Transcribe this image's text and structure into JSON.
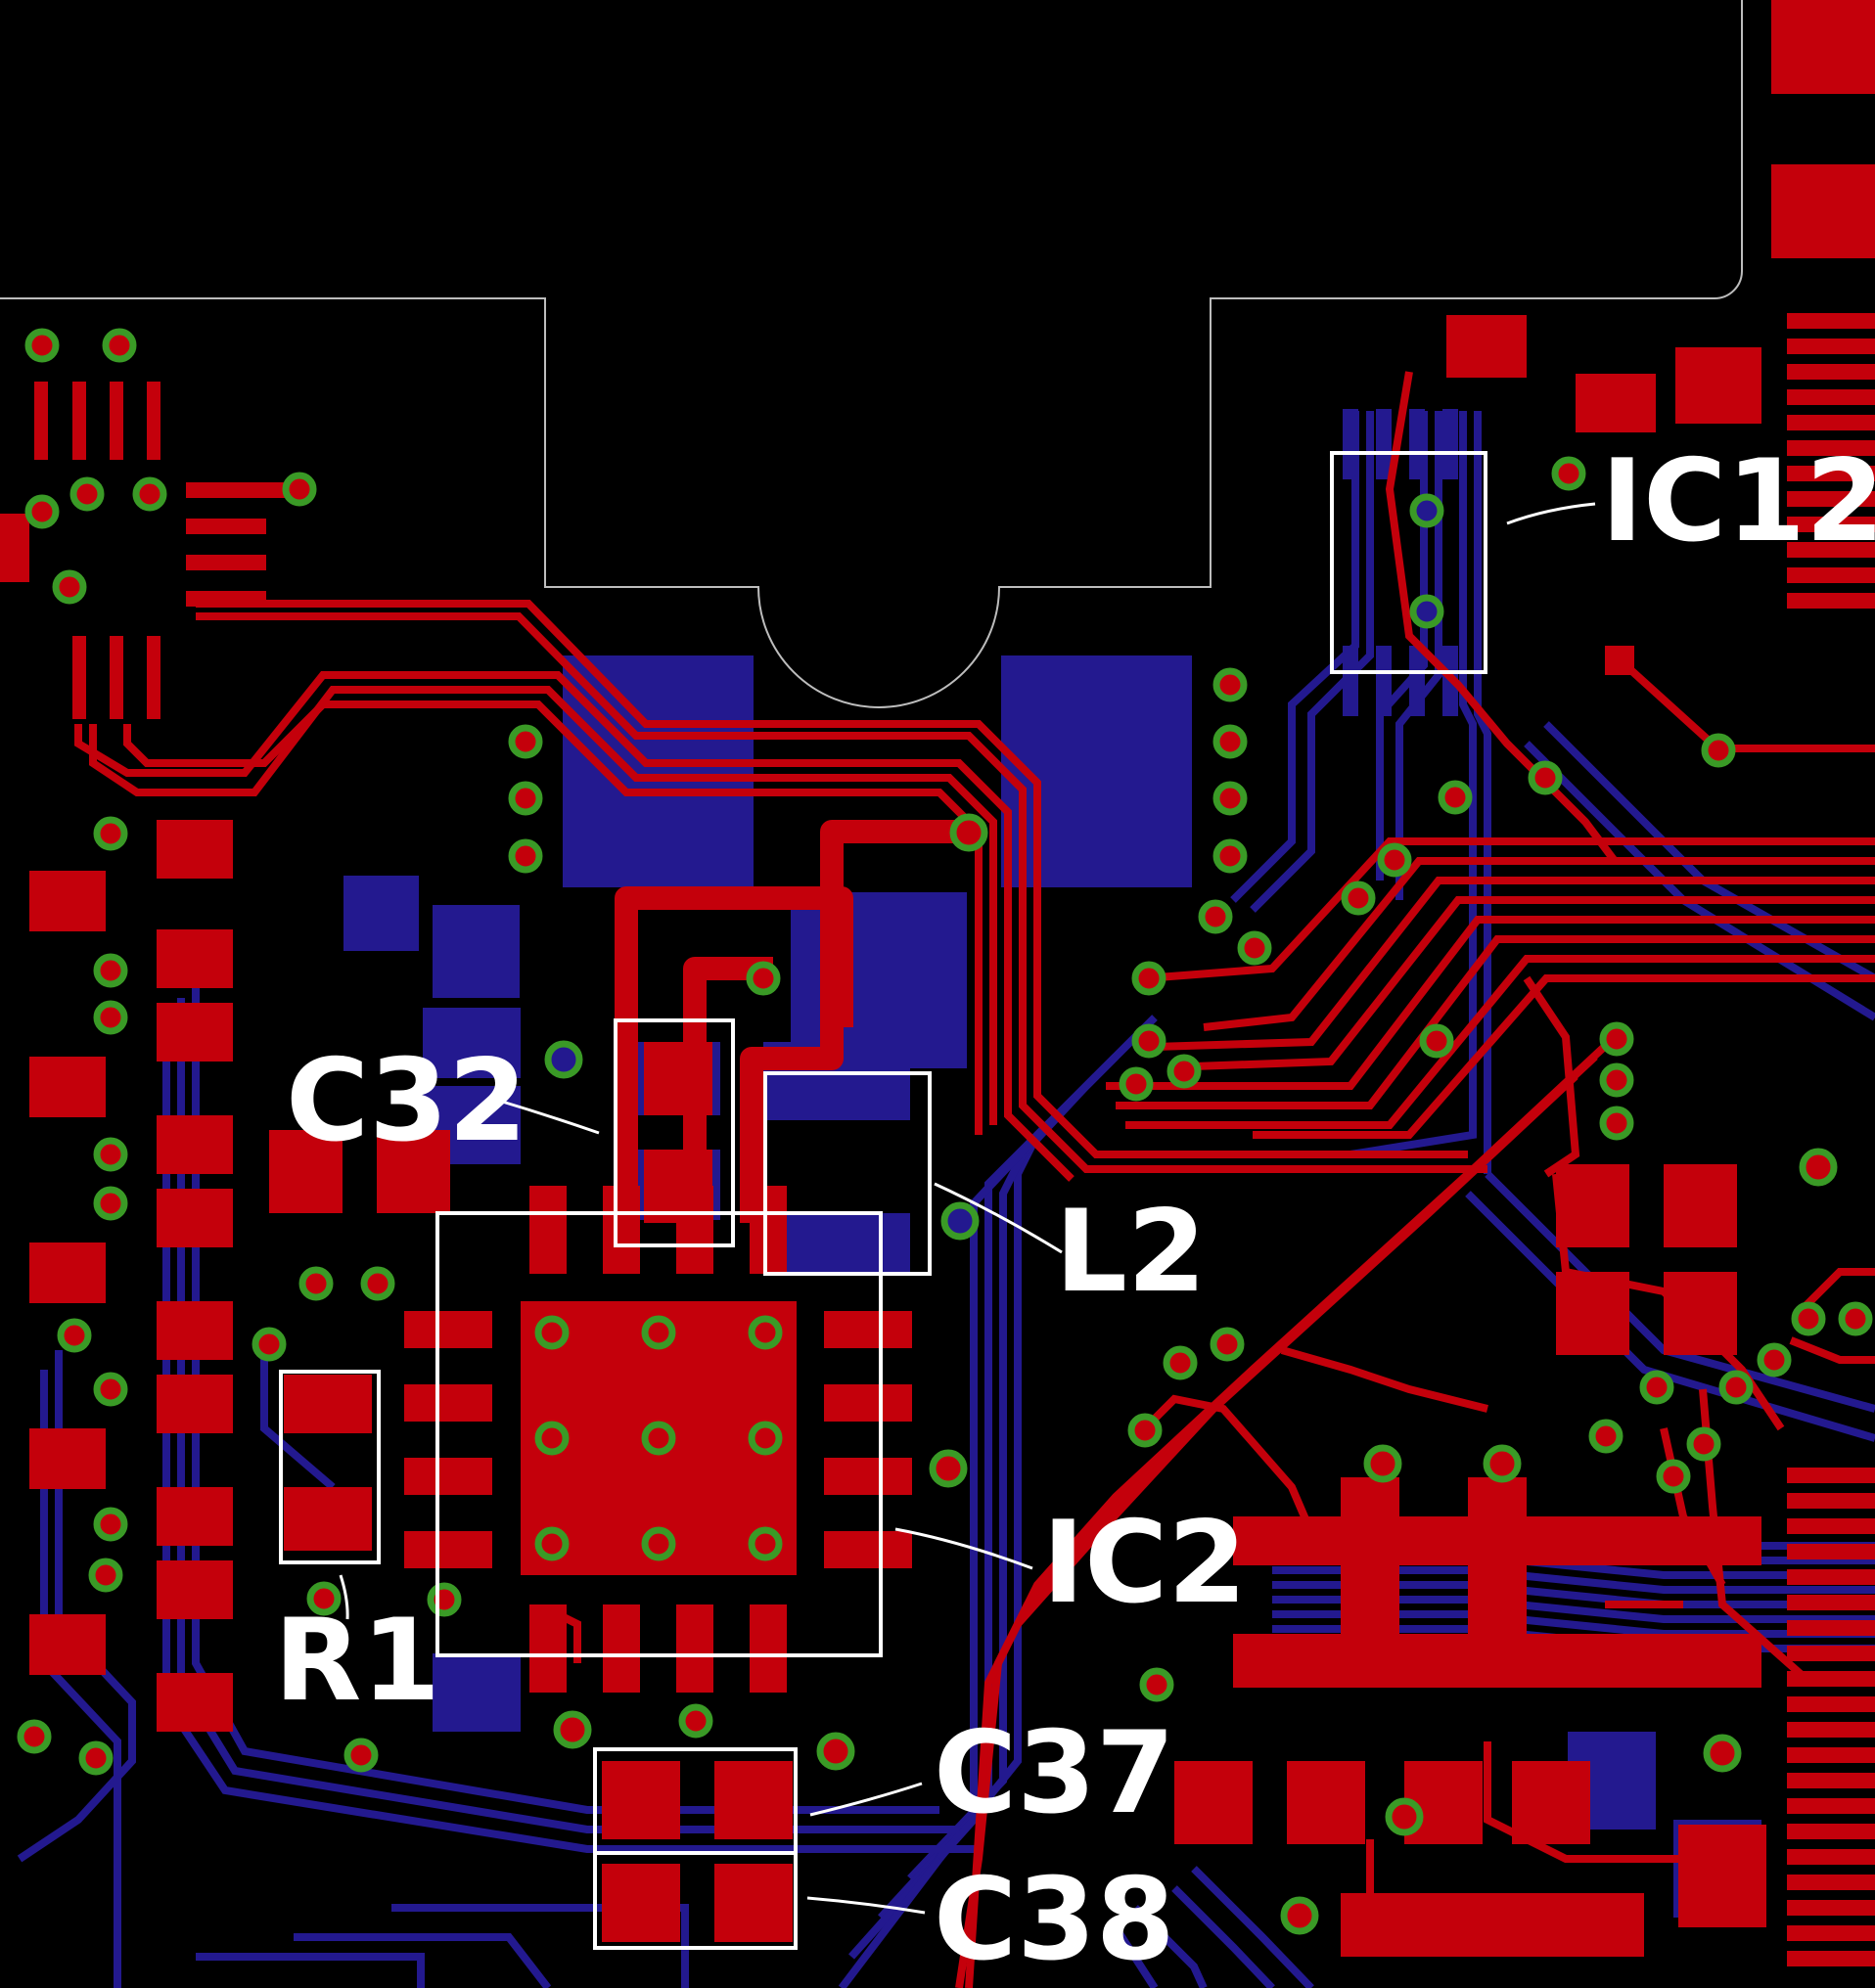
{
  "colors": {
    "background": "#000000",
    "top_copper": "#c4000b",
    "bottom_copper": "#23198f",
    "via_ring": "#3a9a26",
    "silkscreen": "#ffffff",
    "outline": "#bdbdbd"
  },
  "labels": {
    "ic12": "IC12",
    "c32": "C32",
    "l2": "L2",
    "ic2": "IC2",
    "r1": "R1",
    "c37": "C37",
    "c38": "C38"
  }
}
